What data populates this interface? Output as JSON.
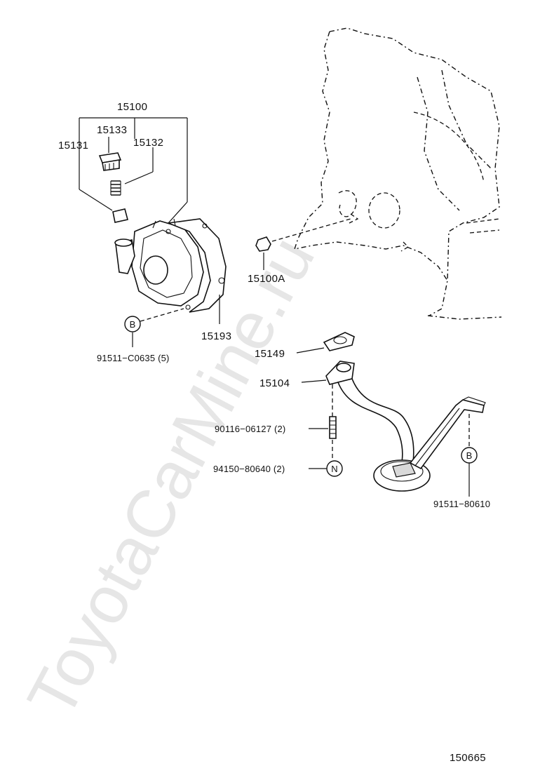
{
  "watermark": "ToyotaCarMine.ru",
  "labels": {
    "p15100": "15100",
    "p15133": "15133",
    "p15131": "15131",
    "p15132": "15132",
    "p15100A": "15100A",
    "p15193": "15193",
    "p91511_c0635": "91511−C0635 (5)",
    "p15149": "15149",
    "p15104": "15104",
    "p90116": "90116−06127 (2)",
    "p94150": "94150−80640 (2)",
    "p91511_80610": "91511−80610"
  },
  "markers": {
    "b": "B",
    "n": "N"
  },
  "diagram_id": "150665"
}
